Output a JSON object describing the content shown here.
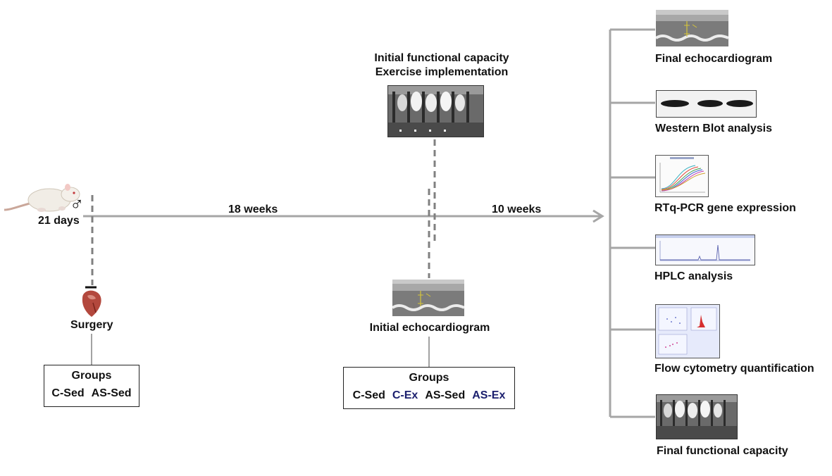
{
  "timeline": {
    "start_age": "21 days",
    "sex_symbol": "♂",
    "period1": "18  weeks",
    "period2": "10 weeks"
  },
  "surgery": {
    "label": "Surgery",
    "groups_title": "Groups",
    "groups": [
      "C-Sed",
      "AS-Sed"
    ]
  },
  "initial": {
    "capacity_line1": "Initial functional capacity",
    "capacity_line2": "Exercise implementation",
    "echo_label": "Initial echocardiogram",
    "groups_title": "Groups",
    "groups": [
      "C-Sed",
      "C-Ex",
      "AS-Sed",
      "AS-Ex"
    ]
  },
  "final_outcomes": [
    "Final echocardiogram",
    "Western Blot analysis",
    "RTq-PCR gene expression",
    "HPLC analysis",
    "Flow cytometry quantification",
    "Final functional capacity"
  ],
  "colors": {
    "line": "#a6a6a6",
    "dash": "#808080",
    "exercise_group": "#1b1f6e"
  },
  "icons": [
    "rat-icon",
    "heart-icon",
    "male-symbol-icon"
  ]
}
